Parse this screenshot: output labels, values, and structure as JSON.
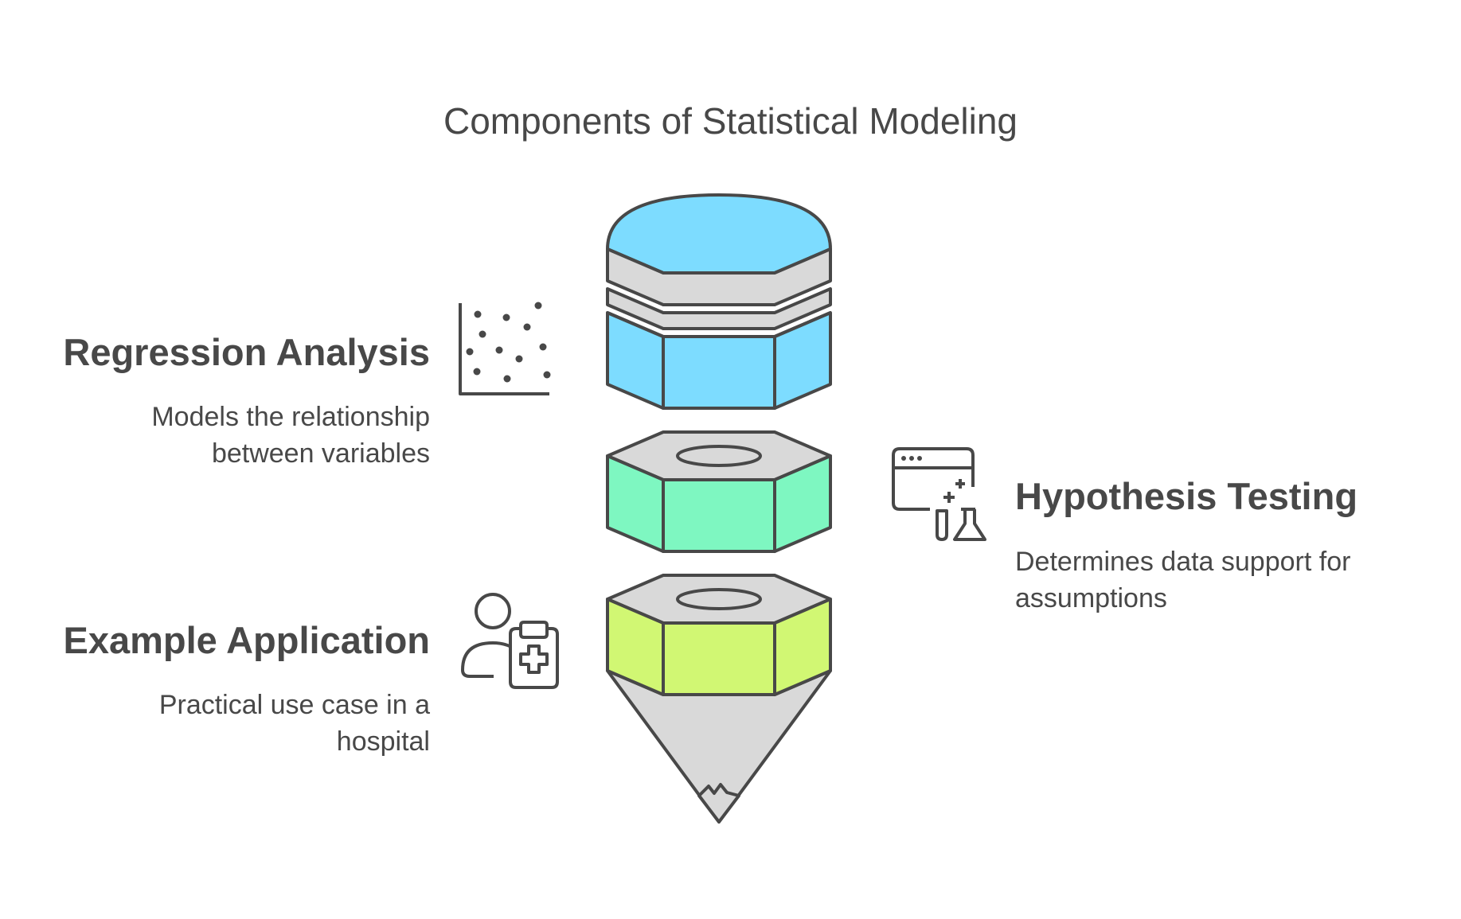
{
  "title": "Components of Statistical Modeling",
  "items": [
    {
      "heading": "Regression Analysis",
      "description": "Models the relationship between variables",
      "icon": "scatter-plot-icon",
      "color": "#7DDCFF"
    },
    {
      "heading": "Hypothesis Testing",
      "description": "Determines data support for assumptions",
      "icon": "browser-lab-flask-icon",
      "color": "#7EF7C1"
    },
    {
      "heading": "Example Application",
      "description": "Practical use case in a hospital",
      "icon": "patient-clipboard-icon",
      "color": "#D1F773"
    }
  ],
  "colors": {
    "gray": "#D9D9D9",
    "stroke": "#484848",
    "text": "#484848"
  }
}
